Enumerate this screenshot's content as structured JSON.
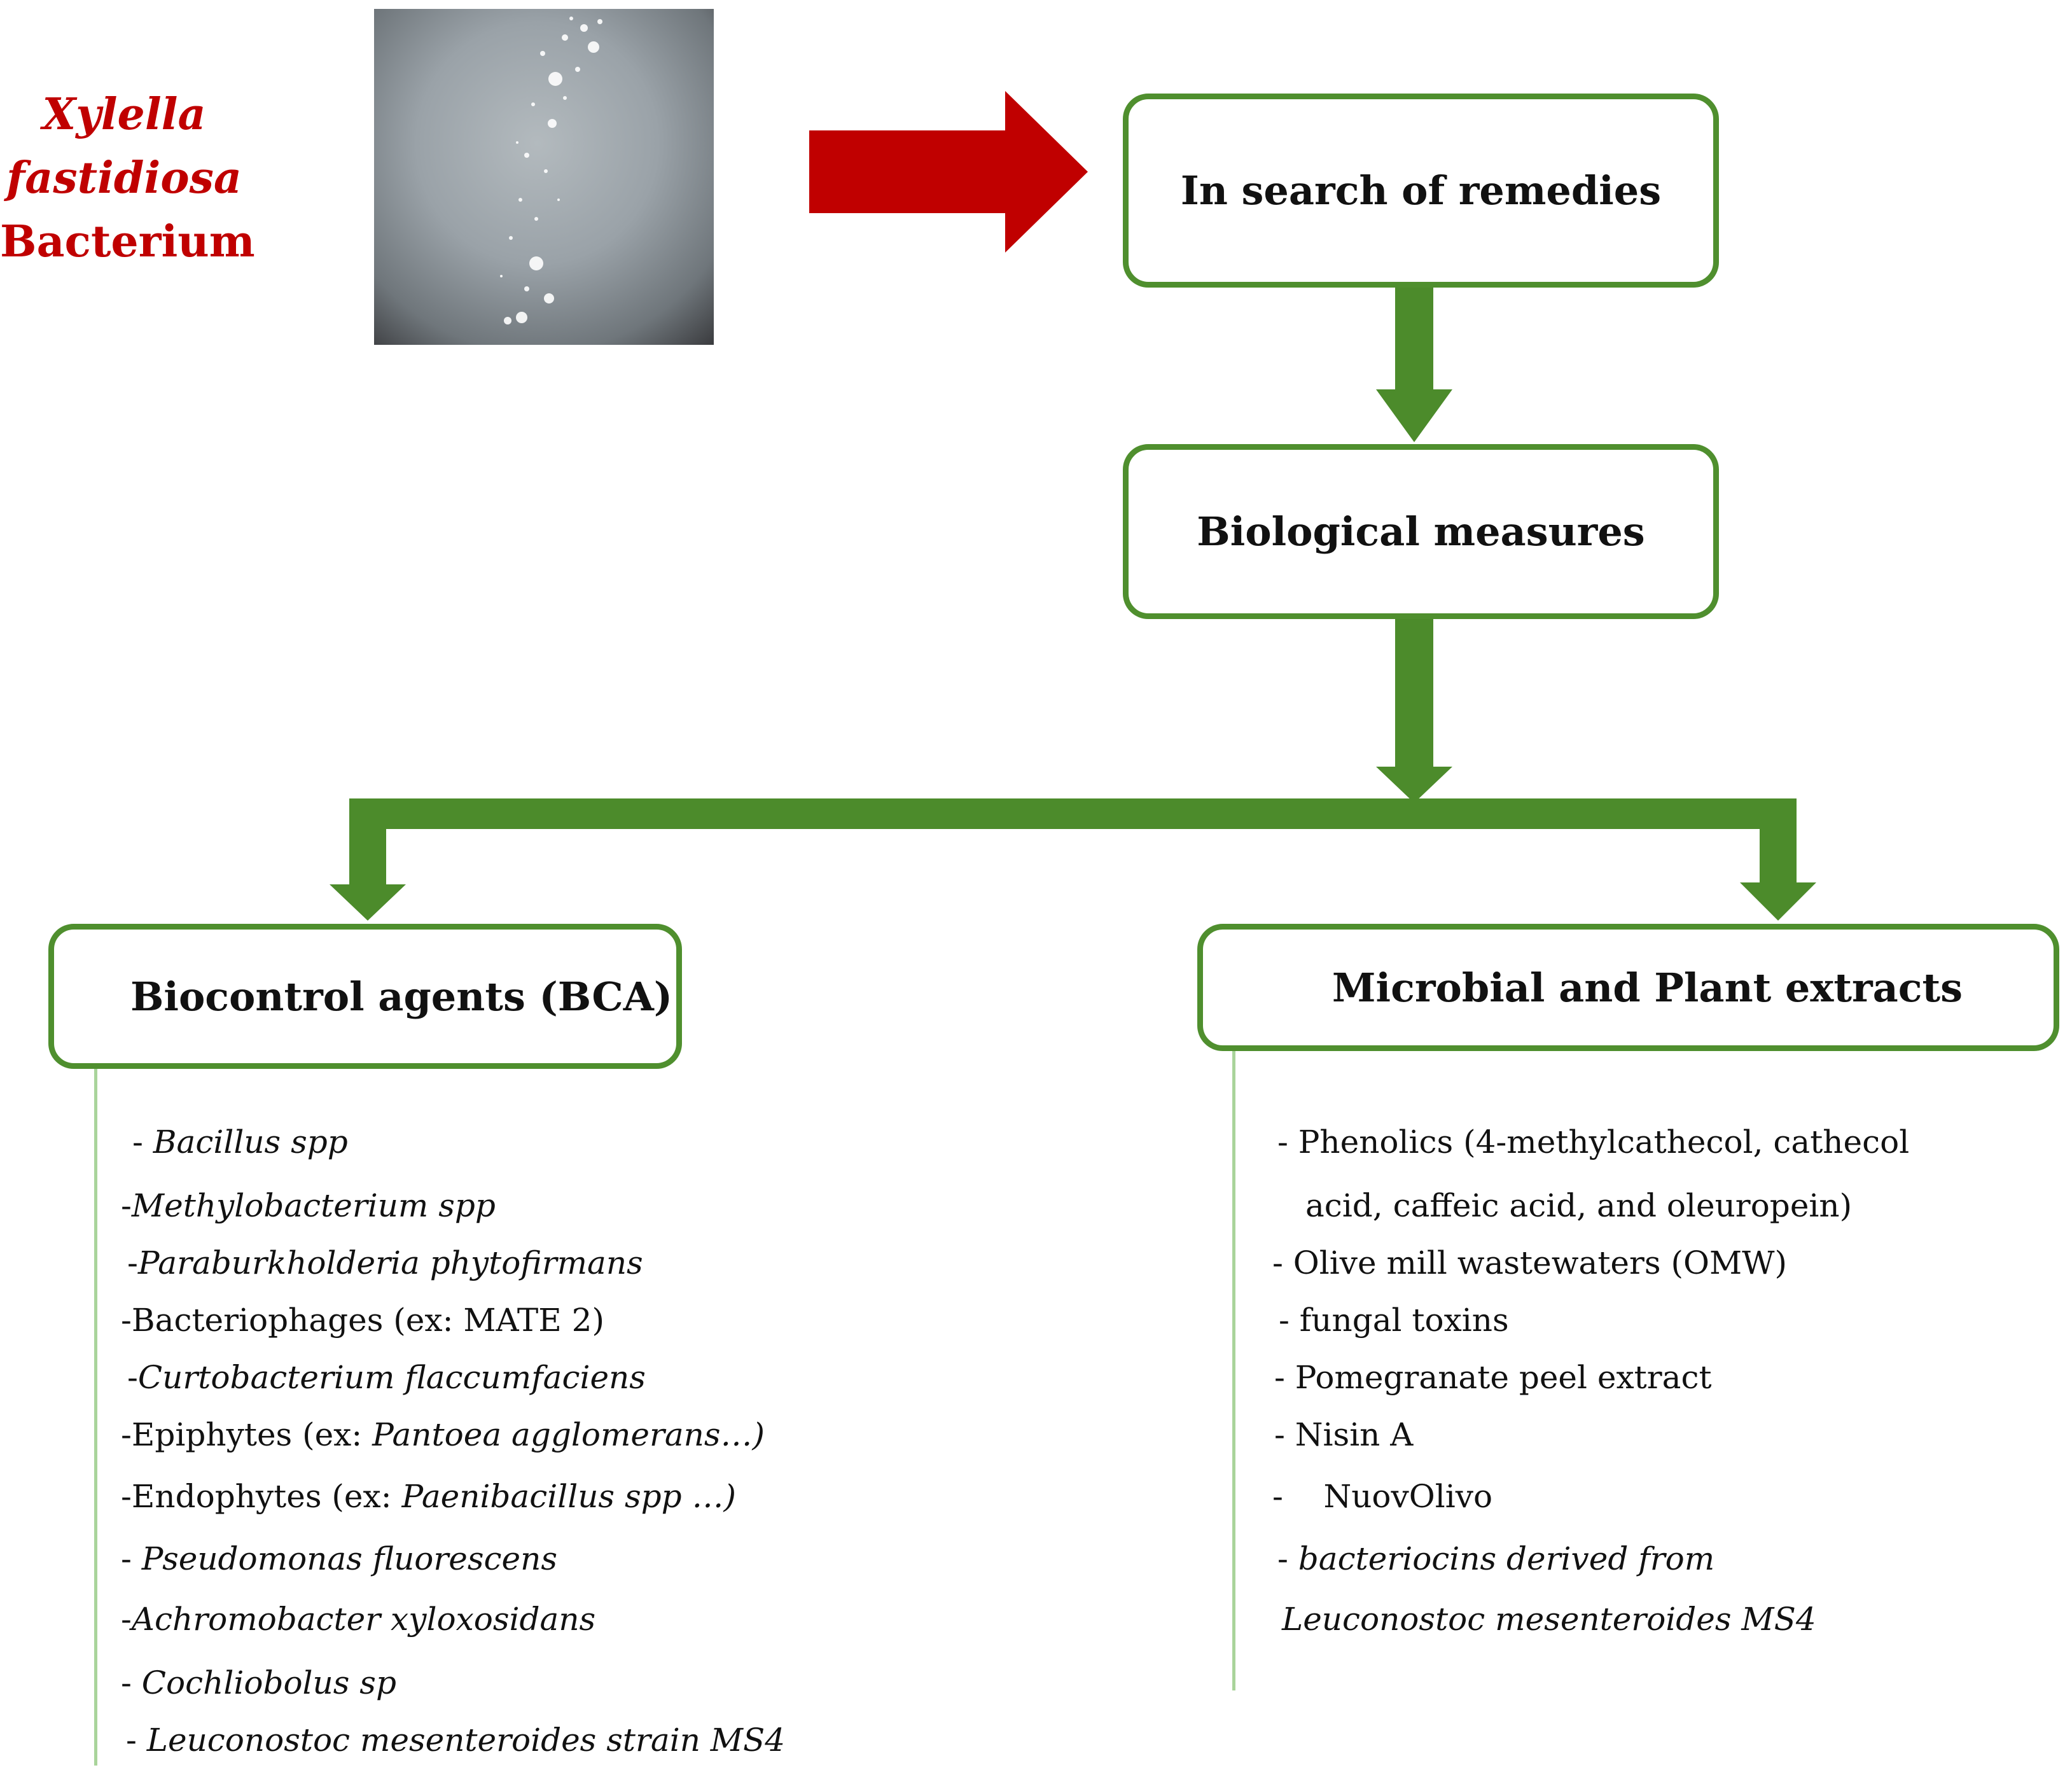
{
  "organism": {
    "name_italic_1": "Xylella",
    "name_italic_2": "fastidiosa",
    "name_regular": "Bacterium"
  },
  "nodes": {
    "search": "In search of remedies",
    "biological": "Biological measures",
    "bca": "Biocontrol agents (BCA)",
    "extracts": "Microbial and Plant extracts"
  },
  "colors": {
    "arrow_main": "#c00000",
    "box_border": "#4f8f2e",
    "connector": "#4c8b2b",
    "list_line": "#a9d49b",
    "organism_text": "#c00000"
  },
  "bca_list": [
    {
      "prefix": "- ",
      "italic": "Bacillus spp",
      "after": ""
    },
    {
      "prefix": "-",
      "italic": "Methylobacterium spp",
      "after": ""
    },
    {
      "prefix": "-",
      "italic": "Paraburkholderia phytofirmans",
      "after": ""
    },
    {
      "prefix": "-Bacteriophages (ex: MATE 2)",
      "italic": "",
      "after": ""
    },
    {
      "prefix": "-",
      "italic": "Curtobacterium flaccumfaciens",
      "after": ""
    },
    {
      "prefix": "-Epiphytes (ex: ",
      "italic": "Pantoea agglomerans…)",
      "after": ""
    },
    {
      "prefix": "-Endophytes (ex: ",
      "italic": "Paenibacillus spp …)",
      "after": ""
    },
    {
      "prefix": "- ",
      "italic": "Pseudomonas fluorescens",
      "after": ""
    },
    {
      "prefix": "-",
      "italic": "Achromobacter xyloxosidans",
      "after": ""
    },
    {
      "prefix": "- ",
      "italic": "Cochliobolus sp",
      "after": ""
    },
    {
      "prefix": "- ",
      "italic": "Leuconostoc mesenteroides strain MS4",
      "after": ""
    }
  ],
  "extract_list": [
    {
      "prefix": "- Phenolics (4-methylcathecol, cathecol",
      "italic": "",
      "after": ""
    },
    {
      "prefix": "acid, caffeic acid, and oleuropein)",
      "italic": "",
      "after": ""
    },
    {
      "prefix": "- Olive mill wastewaters (OMW)",
      "italic": "",
      "after": ""
    },
    {
      "prefix": "- fungal toxins",
      "italic": "",
      "after": ""
    },
    {
      "prefix": "- Pomegranate peel extract",
      "italic": "",
      "after": ""
    },
    {
      "prefix": "- Nisin A",
      "italic": "",
      "after": ""
    },
    {
      "prefix": "-    NuovOlivo",
      "italic": "",
      "after": ""
    },
    {
      "prefix": "- ",
      "italic": "bacteriocins derived from",
      "after": ""
    },
    {
      "prefix": "",
      "italic": "Leuconostoc mesenteroides MS4",
      "after": ""
    }
  ]
}
